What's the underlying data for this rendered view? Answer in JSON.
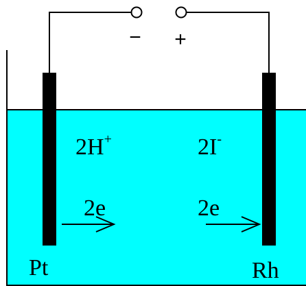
{
  "colors": {
    "electrolyte": "#00ffff",
    "electrode": "#000000",
    "wire": "#000000",
    "background": "#ffffff"
  },
  "terminals": {
    "negative_sign": "−",
    "positive_sign": "+"
  },
  "left_electrode": {
    "name": "Pt",
    "ion": "2H",
    "ion_charge": "+",
    "electrons": "2e"
  },
  "right_electrode": {
    "name": "Rh",
    "ion": "2I",
    "ion_charge": "-",
    "electrons": "2e"
  }
}
